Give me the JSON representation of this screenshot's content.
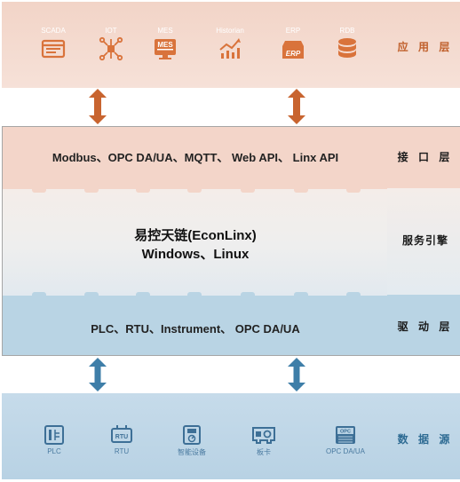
{
  "layers": {
    "application": "应 用 层",
    "interface": "接 口 层",
    "engine": "服务引擎",
    "driver": "驱 动 层",
    "datasource": "数 据 源"
  },
  "apps": [
    {
      "label": "SCADA",
      "icon": "scada-window-icon"
    },
    {
      "label": "IOT",
      "icon": "iot-network-icon"
    },
    {
      "label": "MES",
      "icon": "mes-screen-icon"
    },
    {
      "label": "Historian",
      "icon": "trend-chart-icon"
    },
    {
      "label": "ERP",
      "icon": "erp-box-icon"
    },
    {
      "label": "RDB",
      "icon": "database-icon"
    }
  ],
  "interface_text": "Modbus、OPC DA/UA、MQTT、 Web API、 Linx API",
  "engine_text": {
    "line1": "易控天链(EconLinx)",
    "line2": "Windows、Linux"
  },
  "driver_text": "PLC、RTU、Instrument、 OPC DA/UA",
  "sources": [
    {
      "label": "PLC",
      "icon": "plc-icon"
    },
    {
      "label": "RTU",
      "icon": "rtu-icon"
    },
    {
      "label": "智能设备",
      "icon": "smart-device-icon"
    },
    {
      "label": "板卡",
      "icon": "card-icon"
    },
    {
      "label": "OPC DA/UA",
      "icon": "opc-server-icon"
    }
  ],
  "colors": {
    "app_orange": "#d9733b",
    "arrow_orange": "#c8642f",
    "arrow_blue": "#3e7ea8",
    "source_blue": "#3d6f96",
    "label_orange": "#c0602c",
    "label_blue": "#2e6b93"
  }
}
